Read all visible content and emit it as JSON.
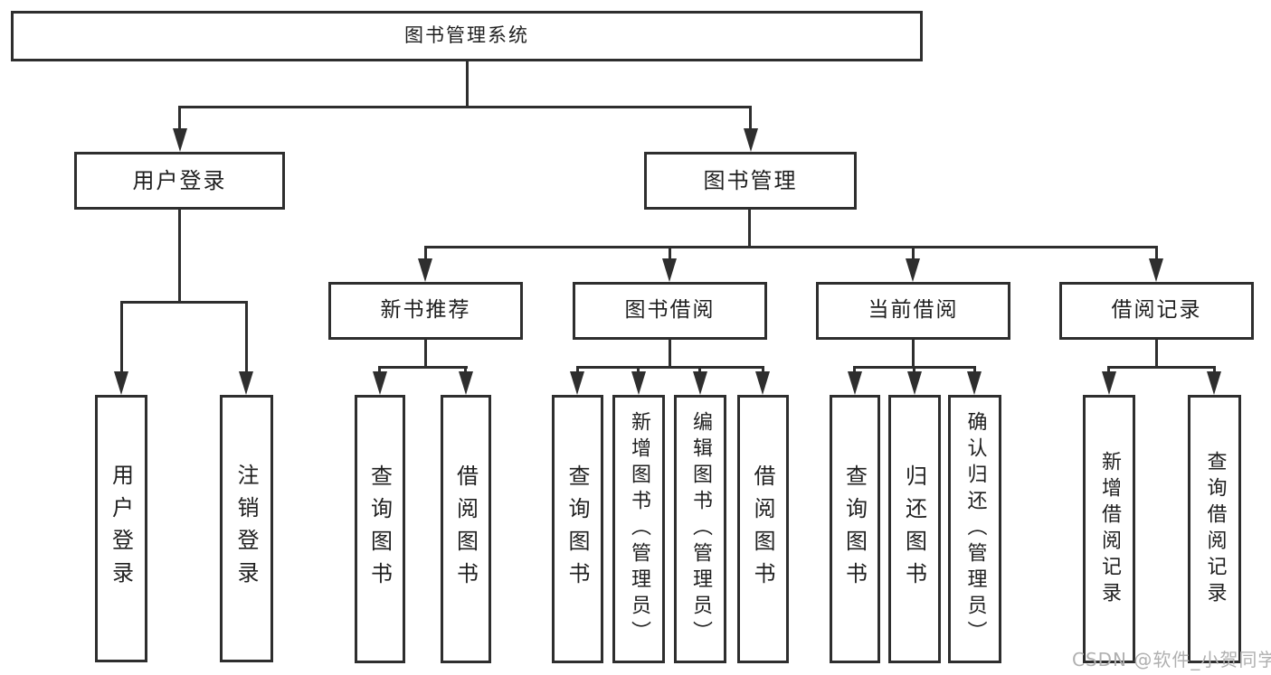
{
  "diagram": {
    "root": {
      "label": "图书管理系统"
    },
    "branches": [
      {
        "label": "用户登录",
        "children": [
          {
            "label": "用户登录"
          },
          {
            "label": "注销登录"
          }
        ]
      },
      {
        "label": "图书管理",
        "children": [
          {
            "label": "新书推荐",
            "children": [
              {
                "label": "查询图书"
              },
              {
                "label": "借阅图书"
              }
            ]
          },
          {
            "label": "图书借阅",
            "children": [
              {
                "label": "查询图书"
              },
              {
                "label": "新增图书（管理员）"
              },
              {
                "label": "编辑图书（管理员）"
              },
              {
                "label": "借阅图书"
              }
            ]
          },
          {
            "label": "当前借阅",
            "children": [
              {
                "label": "查询图书"
              },
              {
                "label": "归还图书"
              },
              {
                "label": "确认归还（管理员）"
              }
            ]
          },
          {
            "label": "借阅记录",
            "children": [
              {
                "label": "新增借阅记录"
              },
              {
                "label": "查询借阅记录"
              }
            ]
          }
        ]
      }
    ]
  },
  "watermark": {
    "text": "CSDN @软件_小贺同学"
  },
  "colors": {
    "line": "#2e2e2e",
    "text": "#1f1f1f",
    "watermark": "#b0b0b0",
    "bg": "#ffffff"
  }
}
